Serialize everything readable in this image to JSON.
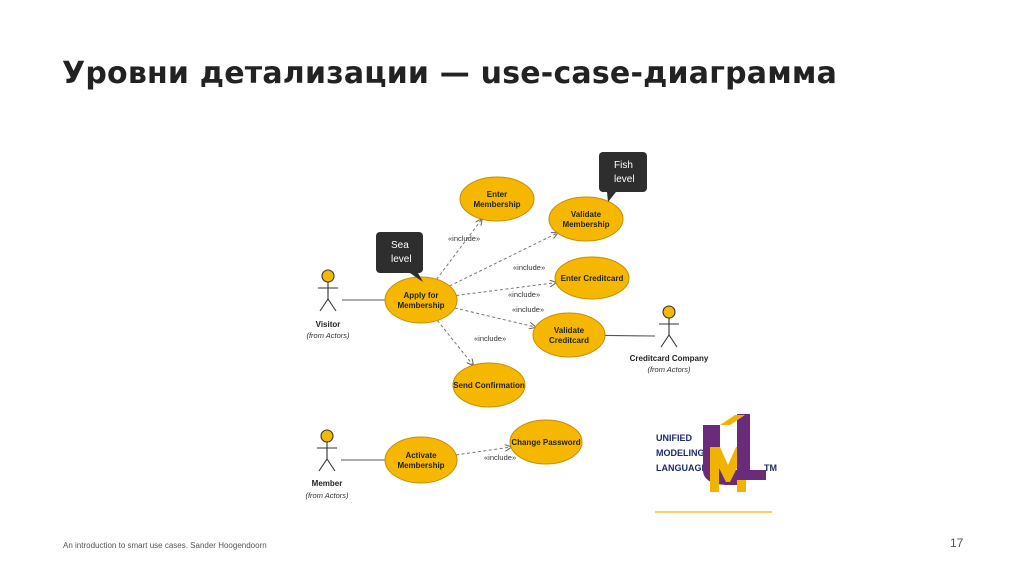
{
  "slide": {
    "title": "Уровни детализации — use-case-диаграмма",
    "footer": "An introduction to smart use cases. Sander Hoogendoorn",
    "page_number": "17"
  },
  "colors": {
    "usecase_fill": "#f5b700",
    "usecase_stroke": "#c98d00",
    "bubble_fill": "#2e2e2e",
    "uml_purple": "#6a2b7a",
    "uml_yellow": "#f0b400"
  },
  "actors": [
    {
      "id": "visitor",
      "name": "Visitor",
      "sub": "(from Actors)"
    },
    {
      "id": "creditcard-company",
      "name": "Creditcard Company",
      "sub": "(from Actors)"
    },
    {
      "id": "member",
      "name": "Member",
      "sub": "(from Actors)"
    }
  ],
  "usecases": [
    {
      "id": "enter-membership",
      "lines": [
        "Enter",
        "Membership"
      ]
    },
    {
      "id": "validate-membership",
      "lines": [
        "Validate",
        "Membership"
      ]
    },
    {
      "id": "apply-for-membership",
      "lines": [
        "Apply for",
        "Membership"
      ]
    },
    {
      "id": "enter-creditcard",
      "lines": [
        "Enter Creditcard"
      ]
    },
    {
      "id": "validate-creditcard",
      "lines": [
        "Validate",
        "Creditcard"
      ]
    },
    {
      "id": "send-confirmation",
      "lines": [
        "Send Confirmation"
      ]
    },
    {
      "id": "activate-membership",
      "lines": [
        "Activate",
        "Membership"
      ]
    },
    {
      "id": "change-password",
      "lines": [
        "Change Password"
      ]
    }
  ],
  "relations": [
    {
      "from": "visitor",
      "to": "apply-for-membership",
      "kind": "association",
      "label": ""
    },
    {
      "from": "creditcard-company",
      "to": "validate-creditcard",
      "kind": "association",
      "label": ""
    },
    {
      "from": "member",
      "to": "activate-membership",
      "kind": "association",
      "label": ""
    },
    {
      "from": "apply-for-membership",
      "to": "enter-membership",
      "kind": "include",
      "label": "«include»"
    },
    {
      "from": "apply-for-membership",
      "to": "validate-membership",
      "kind": "include",
      "label": "«include»"
    },
    {
      "from": "apply-for-membership",
      "to": "enter-creditcard",
      "kind": "include",
      "label": "«include»"
    },
    {
      "from": "apply-for-membership",
      "to": "validate-creditcard",
      "kind": "include",
      "label": "«include»"
    },
    {
      "from": "apply-for-membership",
      "to": "send-confirmation",
      "kind": "include",
      "label": "«include»"
    },
    {
      "from": "activate-membership",
      "to": "change-password",
      "kind": "include",
      "label": "«include»"
    }
  ],
  "callouts": [
    {
      "id": "sea-level",
      "lines": [
        "Sea",
        "level"
      ]
    },
    {
      "id": "fish-level",
      "lines": [
        "Fish",
        "level"
      ]
    }
  ],
  "uml_logo": {
    "lines": [
      "UNIFIED",
      "MODELING",
      "LANGUAGE"
    ],
    "tm": "TM"
  }
}
